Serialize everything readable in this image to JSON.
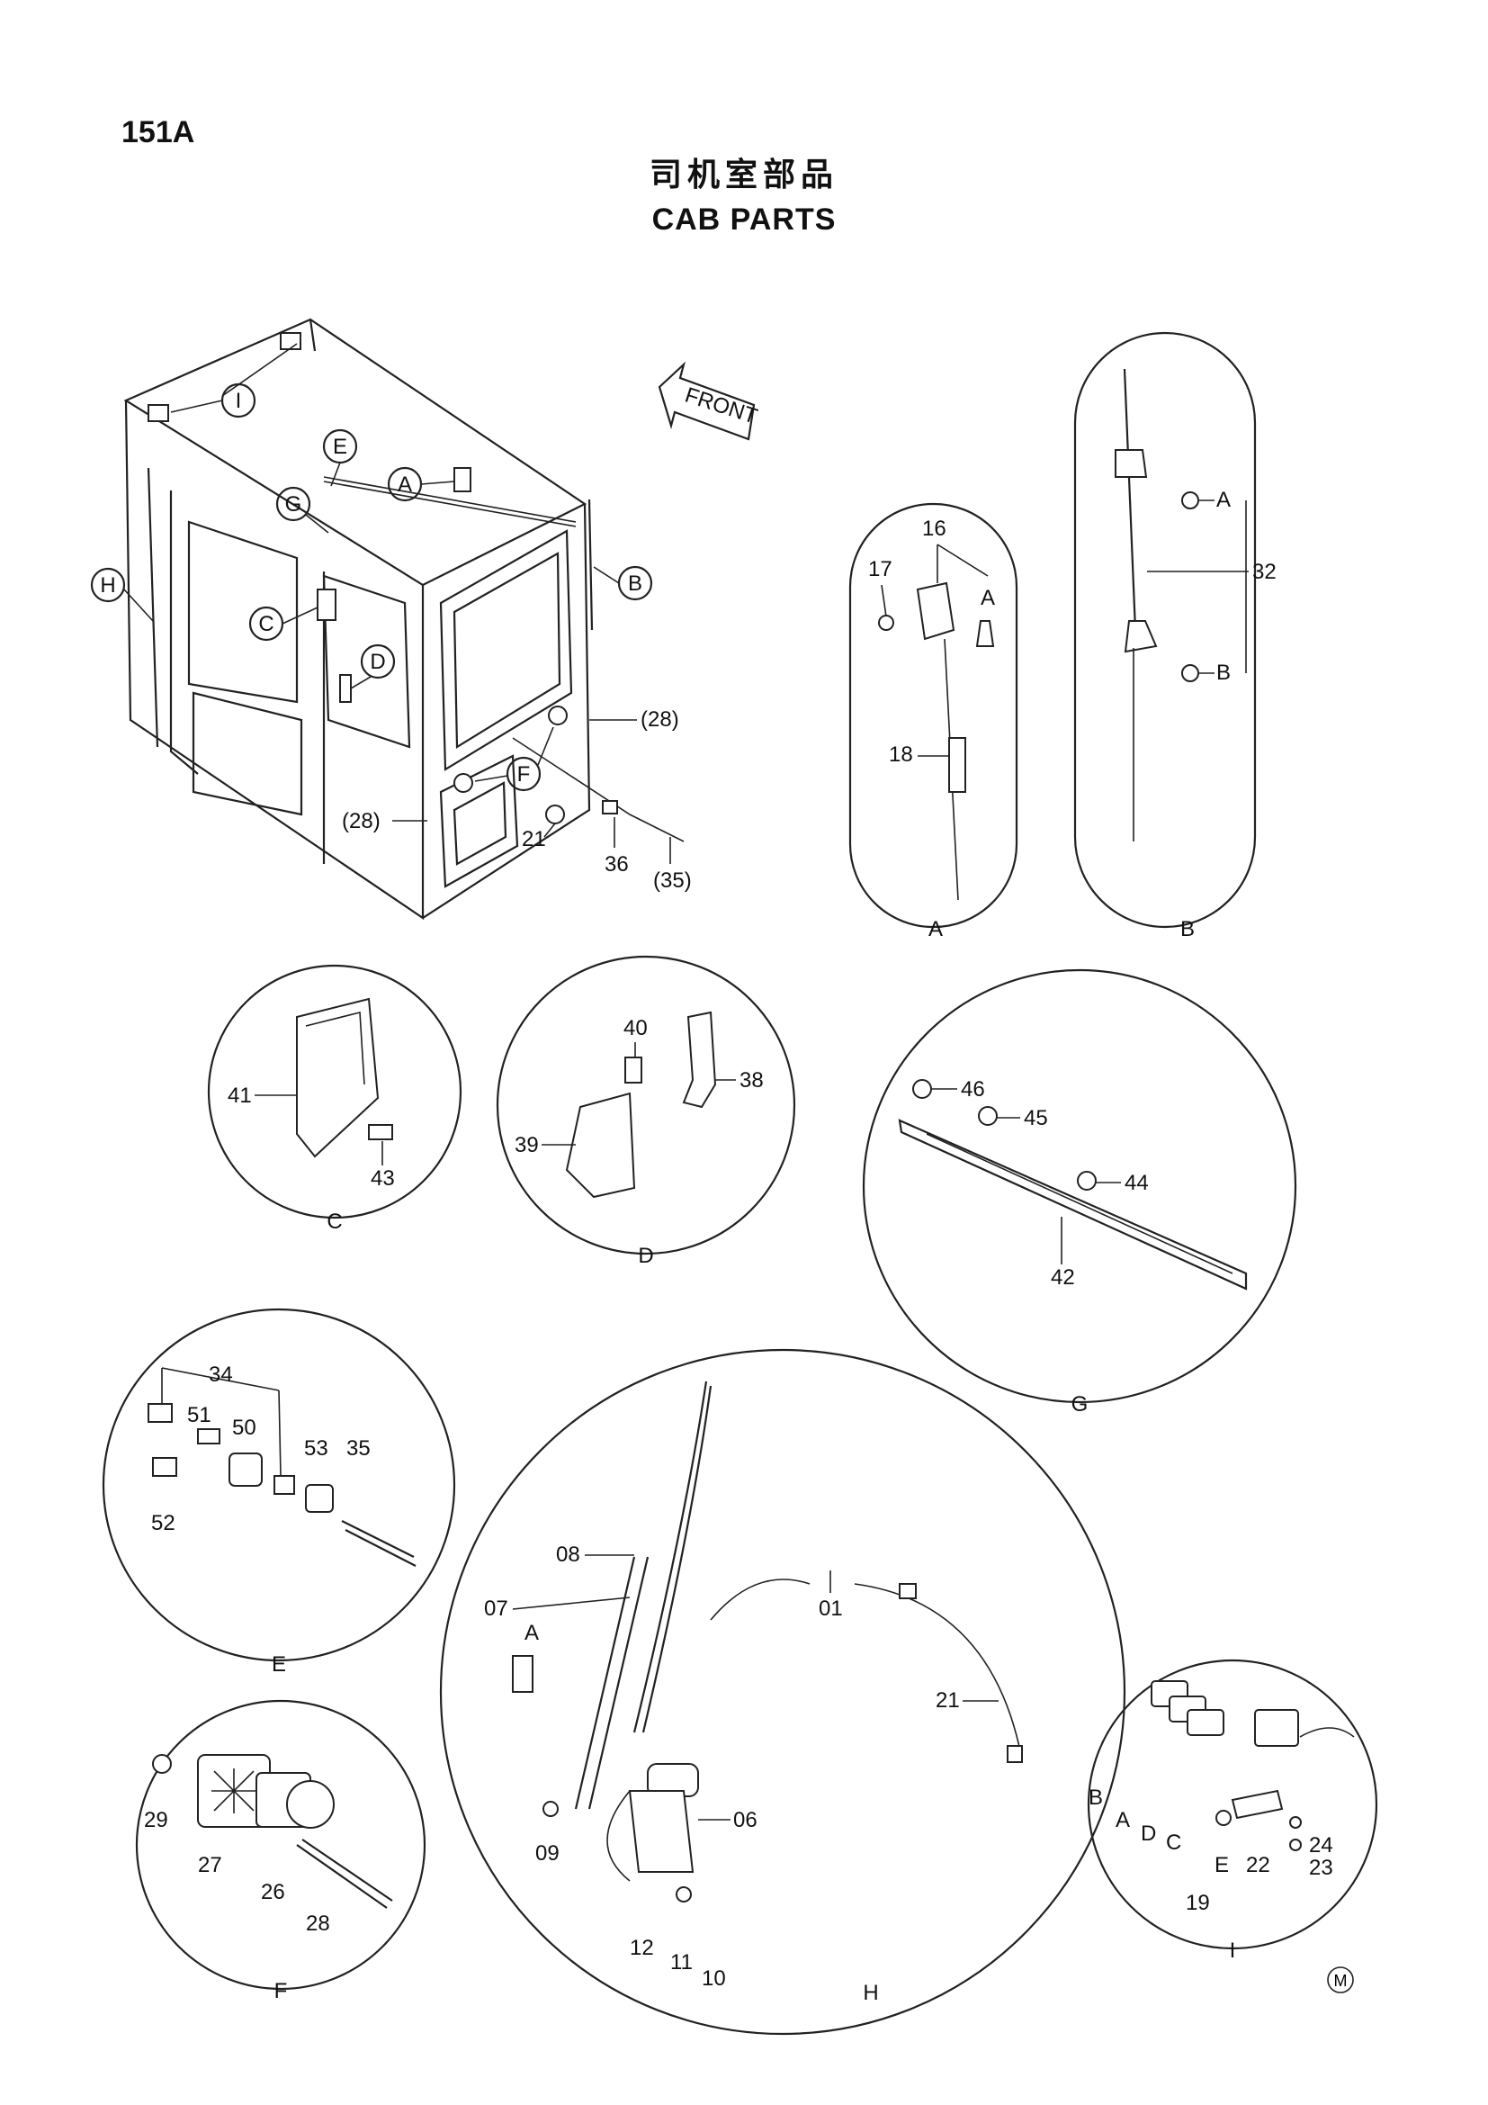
{
  "page": {
    "number": "151A"
  },
  "title": {
    "cn": "司机室部品",
    "en": "CAB PARTS"
  },
  "front_arrow": "FRONT",
  "copyright_mark": "M",
  "main_view": {
    "circle_refs": [
      "I",
      "E",
      "A",
      "G",
      "B",
      "H",
      "C",
      "D",
      "F"
    ],
    "callouts": [
      "(28)",
      "(28)",
      "21",
      "36",
      "(35)"
    ]
  },
  "detail_views": [
    {
      "id": "A",
      "labels": [
        "16",
        "17",
        "A",
        "18"
      ]
    },
    {
      "id": "B",
      "labels": [
        "A",
        "32",
        "B"
      ]
    },
    {
      "id": "C",
      "labels": [
        "41",
        "43"
      ]
    },
    {
      "id": "D",
      "labels": [
        "40",
        "38",
        "39"
      ]
    },
    {
      "id": "G",
      "labels": [
        "46",
        "45",
        "44",
        "42"
      ]
    },
    {
      "id": "E",
      "labels": [
        "34",
        "51",
        "50",
        "53",
        "35",
        "52"
      ]
    },
    {
      "id": "H",
      "labels": [
        "08",
        "07",
        "A",
        "01",
        "21",
        "06",
        "09",
        "12",
        "11",
        "10"
      ]
    },
    {
      "id": "F",
      "labels": [
        "29",
        "27",
        "26",
        "28"
      ]
    },
    {
      "id": "I",
      "labels": [
        "B",
        "A",
        "D",
        "C",
        "E",
        "22",
        "24",
        "23",
        "19"
      ]
    }
  ]
}
